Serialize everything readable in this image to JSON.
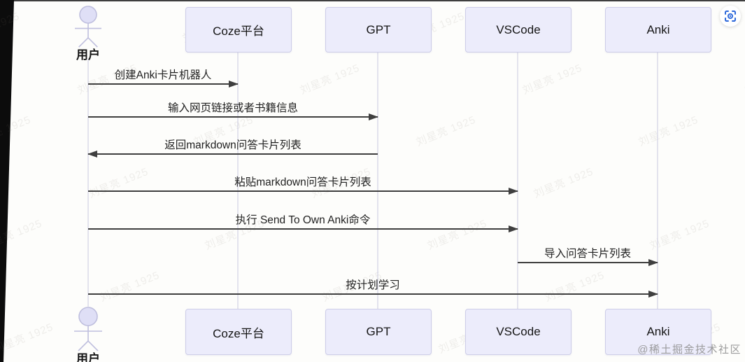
{
  "diagram": {
    "type": "sequence",
    "participants": [
      {
        "id": "user",
        "label": "用户",
        "kind": "actor"
      },
      {
        "id": "coze",
        "label": "Coze平台",
        "kind": "participant"
      },
      {
        "id": "gpt",
        "label": "GPT",
        "kind": "participant"
      },
      {
        "id": "vscode",
        "label": "VSCode",
        "kind": "participant"
      },
      {
        "id": "anki",
        "label": "Anki",
        "kind": "participant"
      }
    ],
    "messages": [
      {
        "from": "user",
        "to": "coze",
        "label": "创建Anki卡片机器人"
      },
      {
        "from": "user",
        "to": "gpt",
        "label": "输入网页链接或者书籍信息"
      },
      {
        "from": "gpt",
        "to": "user",
        "label": "返回markdown问答卡片列表"
      },
      {
        "from": "user",
        "to": "vscode",
        "label": "粘贴markdown问答卡片列表"
      },
      {
        "from": "user",
        "to": "vscode",
        "label": "执行 Send To Own Anki命令"
      },
      {
        "from": "vscode",
        "to": "anki",
        "label": "导入问答卡片列表"
      },
      {
        "from": "user",
        "to": "anki",
        "label": "按计划学习"
      }
    ]
  },
  "watermark": {
    "tile_text": "刘星亮 1925",
    "credit": "@稀土掘金技术社区"
  },
  "icons": {
    "top_right": "scan-capture-icon"
  },
  "colors": {
    "participant_fill": "#ECECFB",
    "participant_border": "#CDCDE8",
    "lifeline": "#C9C9DF",
    "arrow": "#3F3F3F",
    "actor_stroke": "#BFBFDE",
    "actor_head": "#DFDFF6",
    "scan_icon_blue": "#2A66D9"
  }
}
